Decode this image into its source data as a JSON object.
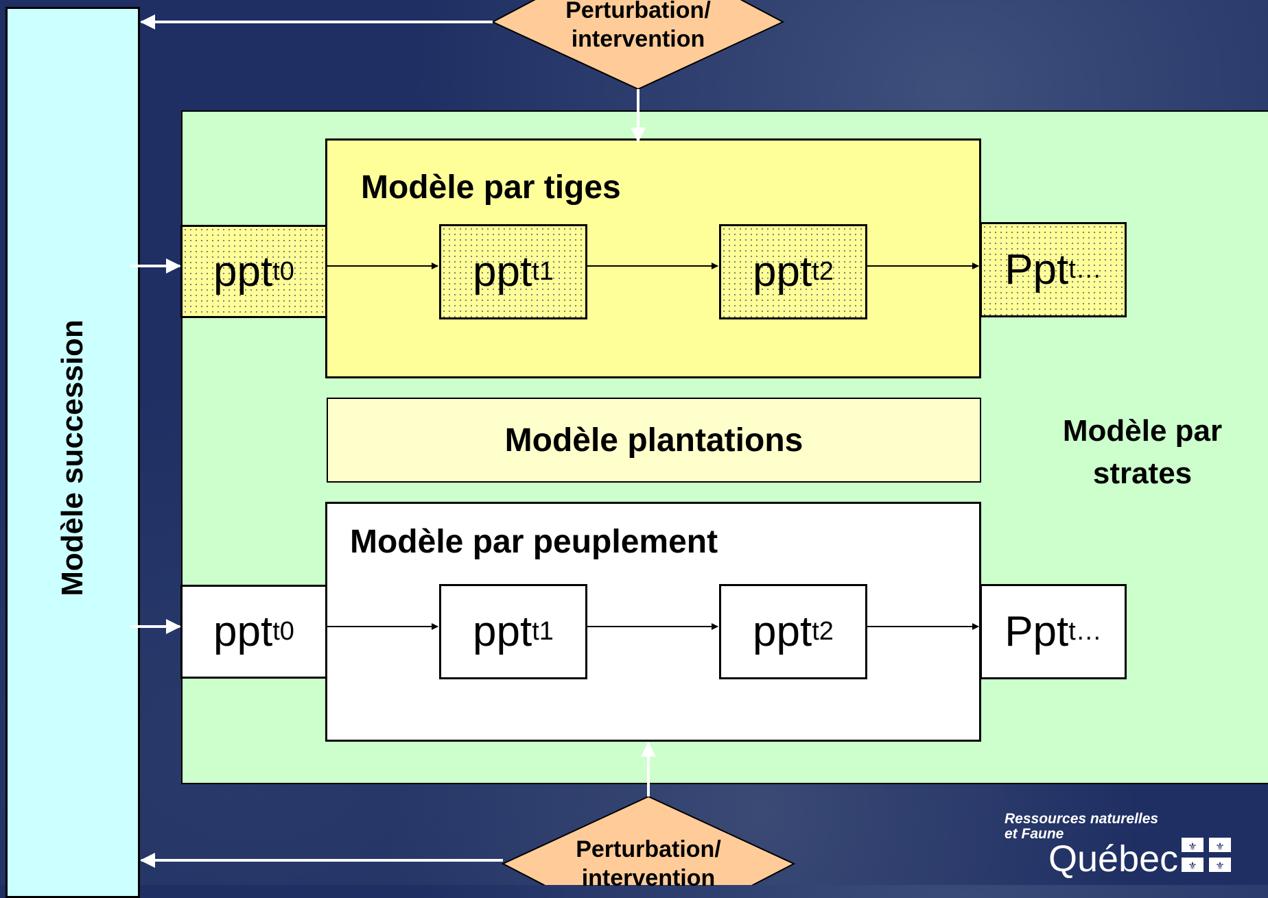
{
  "succession": {
    "label": "Modèle succession"
  },
  "strates": {
    "label_line1": "Modèle par",
    "label_line2": "strates"
  },
  "tiges": {
    "title": "Modèle par tiges",
    "boxes": [
      {
        "main": "ppt",
        "sub": "t0"
      },
      {
        "main": "ppt",
        "sub": "t1"
      },
      {
        "main": "ppt",
        "sub": "t2"
      },
      {
        "main": "Ppt",
        "sub": "t…"
      }
    ]
  },
  "plantations": {
    "title": "Modèle plantations"
  },
  "peuplement": {
    "title": "Modèle par peuplement",
    "boxes": [
      {
        "main": "ppt",
        "sub": "t0"
      },
      {
        "main": "ppt",
        "sub": "t1"
      },
      {
        "main": "ppt",
        "sub": "t2"
      },
      {
        "main": "Ppt",
        "sub": "t…"
      }
    ]
  },
  "perturbation_top": {
    "line1": "Perturbation/",
    "line2": "intervention"
  },
  "perturbation_bottom": {
    "line1": "Perturbation/",
    "line2": "intervention"
  },
  "logo": {
    "line1": "Ressources naturelles",
    "line2": "et Faune",
    "name": "Québec",
    "flag_icon": "fleurdelise-icon"
  },
  "colors": {
    "background": "#1f2f63",
    "succession": "#ccffff",
    "strates": "#ccffcc",
    "tiges": "#ffff99",
    "plantations": "#ffffcc",
    "peuplement": "#ffffff",
    "diamond": "#ffcc99"
  }
}
